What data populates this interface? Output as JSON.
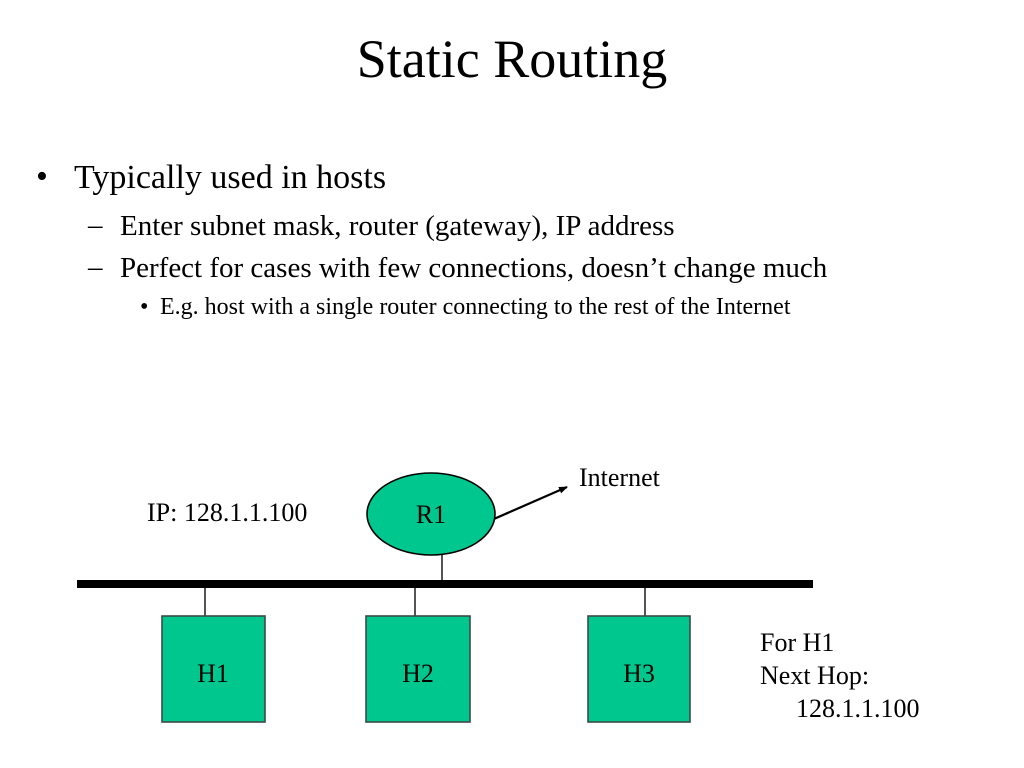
{
  "slide": {
    "title": "Static Routing"
  },
  "bullets": [
    {
      "level": 1,
      "marker": "•",
      "text": "Typically used in hosts"
    },
    {
      "level": 2,
      "marker": "–",
      "text": "Enter subnet mask, router (gateway), IP address"
    },
    {
      "level": 2,
      "marker": "–",
      "text": "Perfect for cases with few connections, doesn’t change much"
    },
    {
      "level": 3,
      "marker": "•",
      "text": "E.g. host with a single router connecting to the rest of the Internet"
    }
  ],
  "diagram": {
    "router": {
      "label": "R1",
      "ip_label": "IP: 128.1.1.100",
      "fill_color": "#00C78E",
      "stroke_color": "#000000"
    },
    "cloud_link": {
      "label": "Internet"
    },
    "hosts": [
      {
        "label": "H1"
      },
      {
        "label": "H2"
      },
      {
        "label": "H3"
      }
    ],
    "host_fill_color": "#00C78E",
    "host_stroke_color": "#3A4A47",
    "bus_color": "#000000",
    "link_color": "#555555",
    "annotation": {
      "line1": "For H1",
      "line2": "Next Hop:",
      "line3": "128.1.1.100"
    }
  }
}
